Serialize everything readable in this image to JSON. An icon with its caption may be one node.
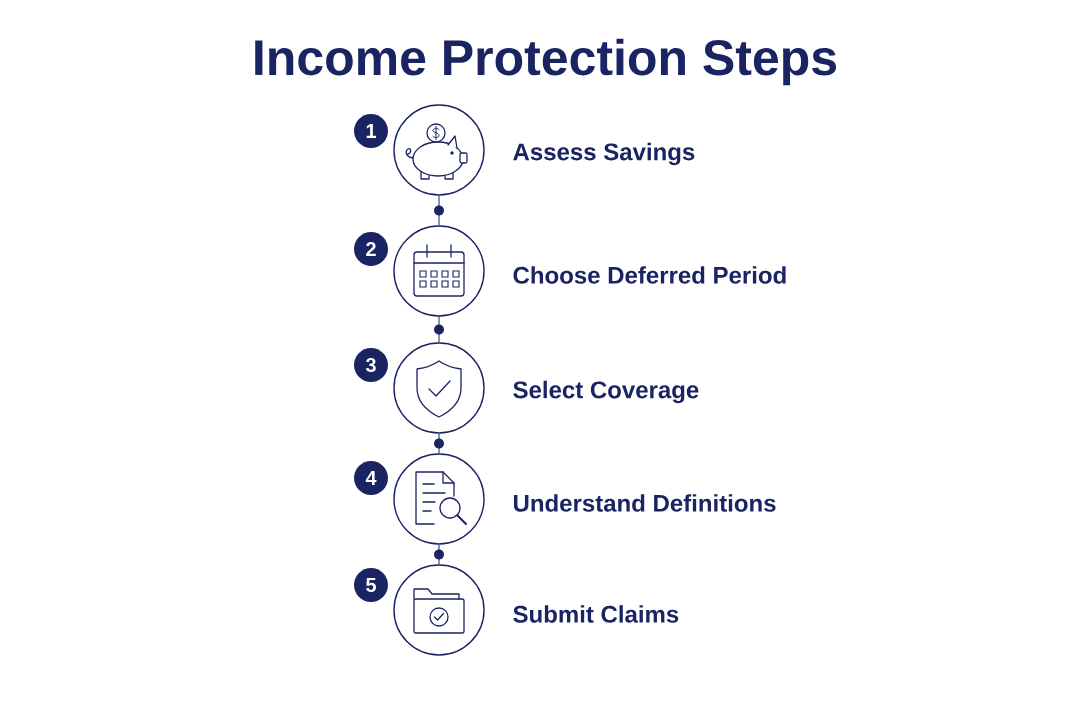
{
  "diagram": {
    "title": "Income Protection Steps",
    "nodes": [
      {
        "text": [
          "1"
        ]
      },
      {
        "text": [],
        "shape": "circle",
        "beside": [
          "Assess Savings"
        ]
      },
      {
        "text": [
          "2"
        ]
      },
      {
        "text": [],
        "shape": "circle",
        "beside": [
          "Choose Deferred Period"
        ]
      },
      {
        "text": [
          "3"
        ]
      },
      {
        "text": [],
        "shape": "circle",
        "beside": [
          "Select Coverage"
        ]
      },
      {
        "text": [
          "4"
        ]
      },
      {
        "text": [],
        "shape": "circle",
        "beside": [
          "Understand Definitions"
        ]
      },
      {
        "text": [
          "5"
        ]
      },
      {
        "text": [],
        "shape": "circle",
        "beside": [
          "Submit Claims"
        ]
      }
    ],
    "edges": [
      {
        "from": 1,
        "to": 3,
        "arrow": "none"
      },
      {
        "from": 3,
        "to": 5,
        "arrow": "none"
      },
      {
        "from": 5,
        "to": 7,
        "arrow": "none"
      },
      {
        "from": 7,
        "to": 9,
        "arrow": "none"
      }
    ]
  }
}
